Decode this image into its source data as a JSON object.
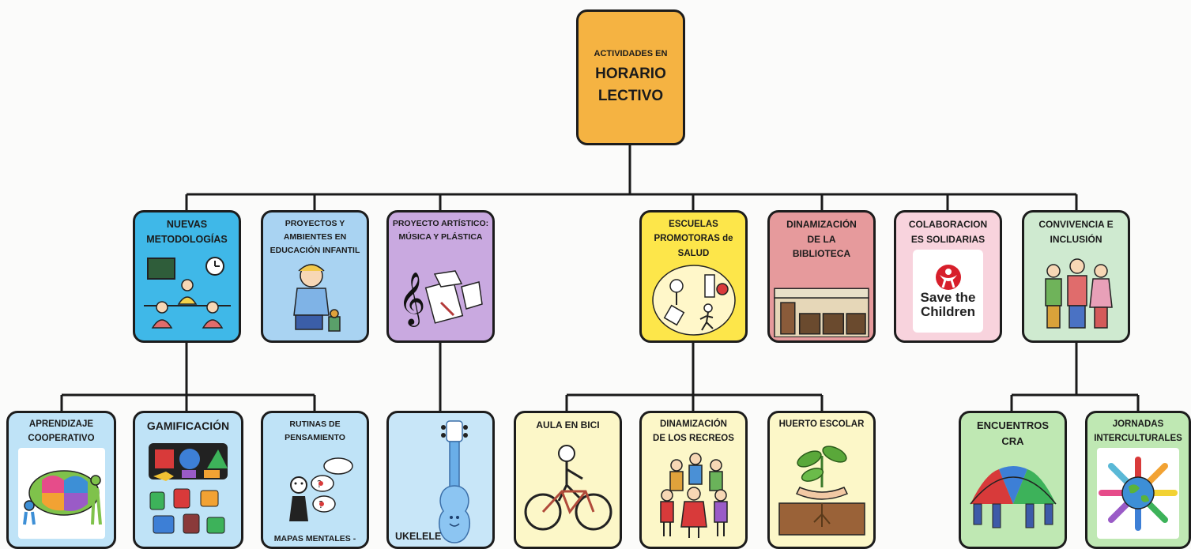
{
  "root": {
    "line1": "ACTIVIDADES EN",
    "line2": "HORARIO",
    "line3": "LECTIVO"
  },
  "level1": [
    {
      "id": "nuevas",
      "label": "NUEVAS\nMETODOLOGÍAS",
      "icon": "classroom-icon"
    },
    {
      "id": "proyectos",
      "label": "PROYECTOS Y\nAMBIENTES EN\nEDUCACIÓN INFANTIL",
      "icon": "child-playing-icon"
    },
    {
      "id": "artistico",
      "label": "PROYECTO ARTÍSTICO:\nMÚSICA Y PLÁSTICA",
      "icon": "music-art-icon"
    },
    {
      "id": "escuelas",
      "label": "ESCUELAS\nPROMOTORAS de\nSALUD",
      "icon": "health-icon"
    },
    {
      "id": "biblioteca",
      "label": "DINAMIZACIÓN\nDE LA\nBIBLIOTECA",
      "icon": "library-icon"
    },
    {
      "id": "solidarias",
      "label": "COLABORACION\nES SOLIDARIAS",
      "icon": "save-the-children-logo",
      "logo_text": "Save the\nChildren"
    },
    {
      "id": "convivencia",
      "label": "CONVIVENCIA E\nINCLUSIÓN",
      "icon": "people-group-icon"
    }
  ],
  "level2": [
    {
      "id": "cooperativo",
      "label": "APRENDIZAJE\nCOOPERATIVO",
      "icon": "puzzle-icon"
    },
    {
      "id": "gamificacion",
      "label": "GAMIFICACIÓN",
      "icon": "game-pieces-icon"
    },
    {
      "id": "rutinas",
      "label": "RUTINAS DE\nPENSAMIENTO",
      "icon": "thinking-person-icon",
      "footer": "MAPAS MENTALES -"
    },
    {
      "id": "ukelele",
      "label": "UKELELE",
      "icon": "ukulele-icon"
    },
    {
      "id": "aula_bici",
      "label": "AULA EN BICI",
      "icon": "bicycle-icon"
    },
    {
      "id": "recreos",
      "label": "DINAMIZACIÓN\nDE LOS RECREOS",
      "icon": "children-circle-icon"
    },
    {
      "id": "huerto",
      "label": "HUERTO ESCOLAR",
      "icon": "plant-icon"
    },
    {
      "id": "encuentros",
      "label": "ENCUENTROS\nCRA",
      "icon": "parachute-icon"
    },
    {
      "id": "jornadas",
      "label": "JORNADAS\nINTERCULTURALES",
      "icon": "globe-hands-icon"
    }
  ],
  "colors": {
    "root": "#f5b342",
    "nuevas": "#3fb8e8",
    "proyectos": "#a9d3f2",
    "artistico": "#c9a9e0",
    "escuelas": "#fde64a",
    "biblioteca": "#e69a9c",
    "solidarias": "#f8d3dd",
    "convivencia": "#cfead0",
    "cooperativo": "#bfe3f7",
    "gamificacion": "#bfe3f7",
    "rutinas": "#bfe3f7",
    "ukelele": "#c8e6f8",
    "aula_bici": "#fcf7c8",
    "recreos": "#fcf7c8",
    "huerto": "#fcf7c8",
    "encuentros": "#bfe8b3",
    "jornadas": "#bfe8b3"
  }
}
